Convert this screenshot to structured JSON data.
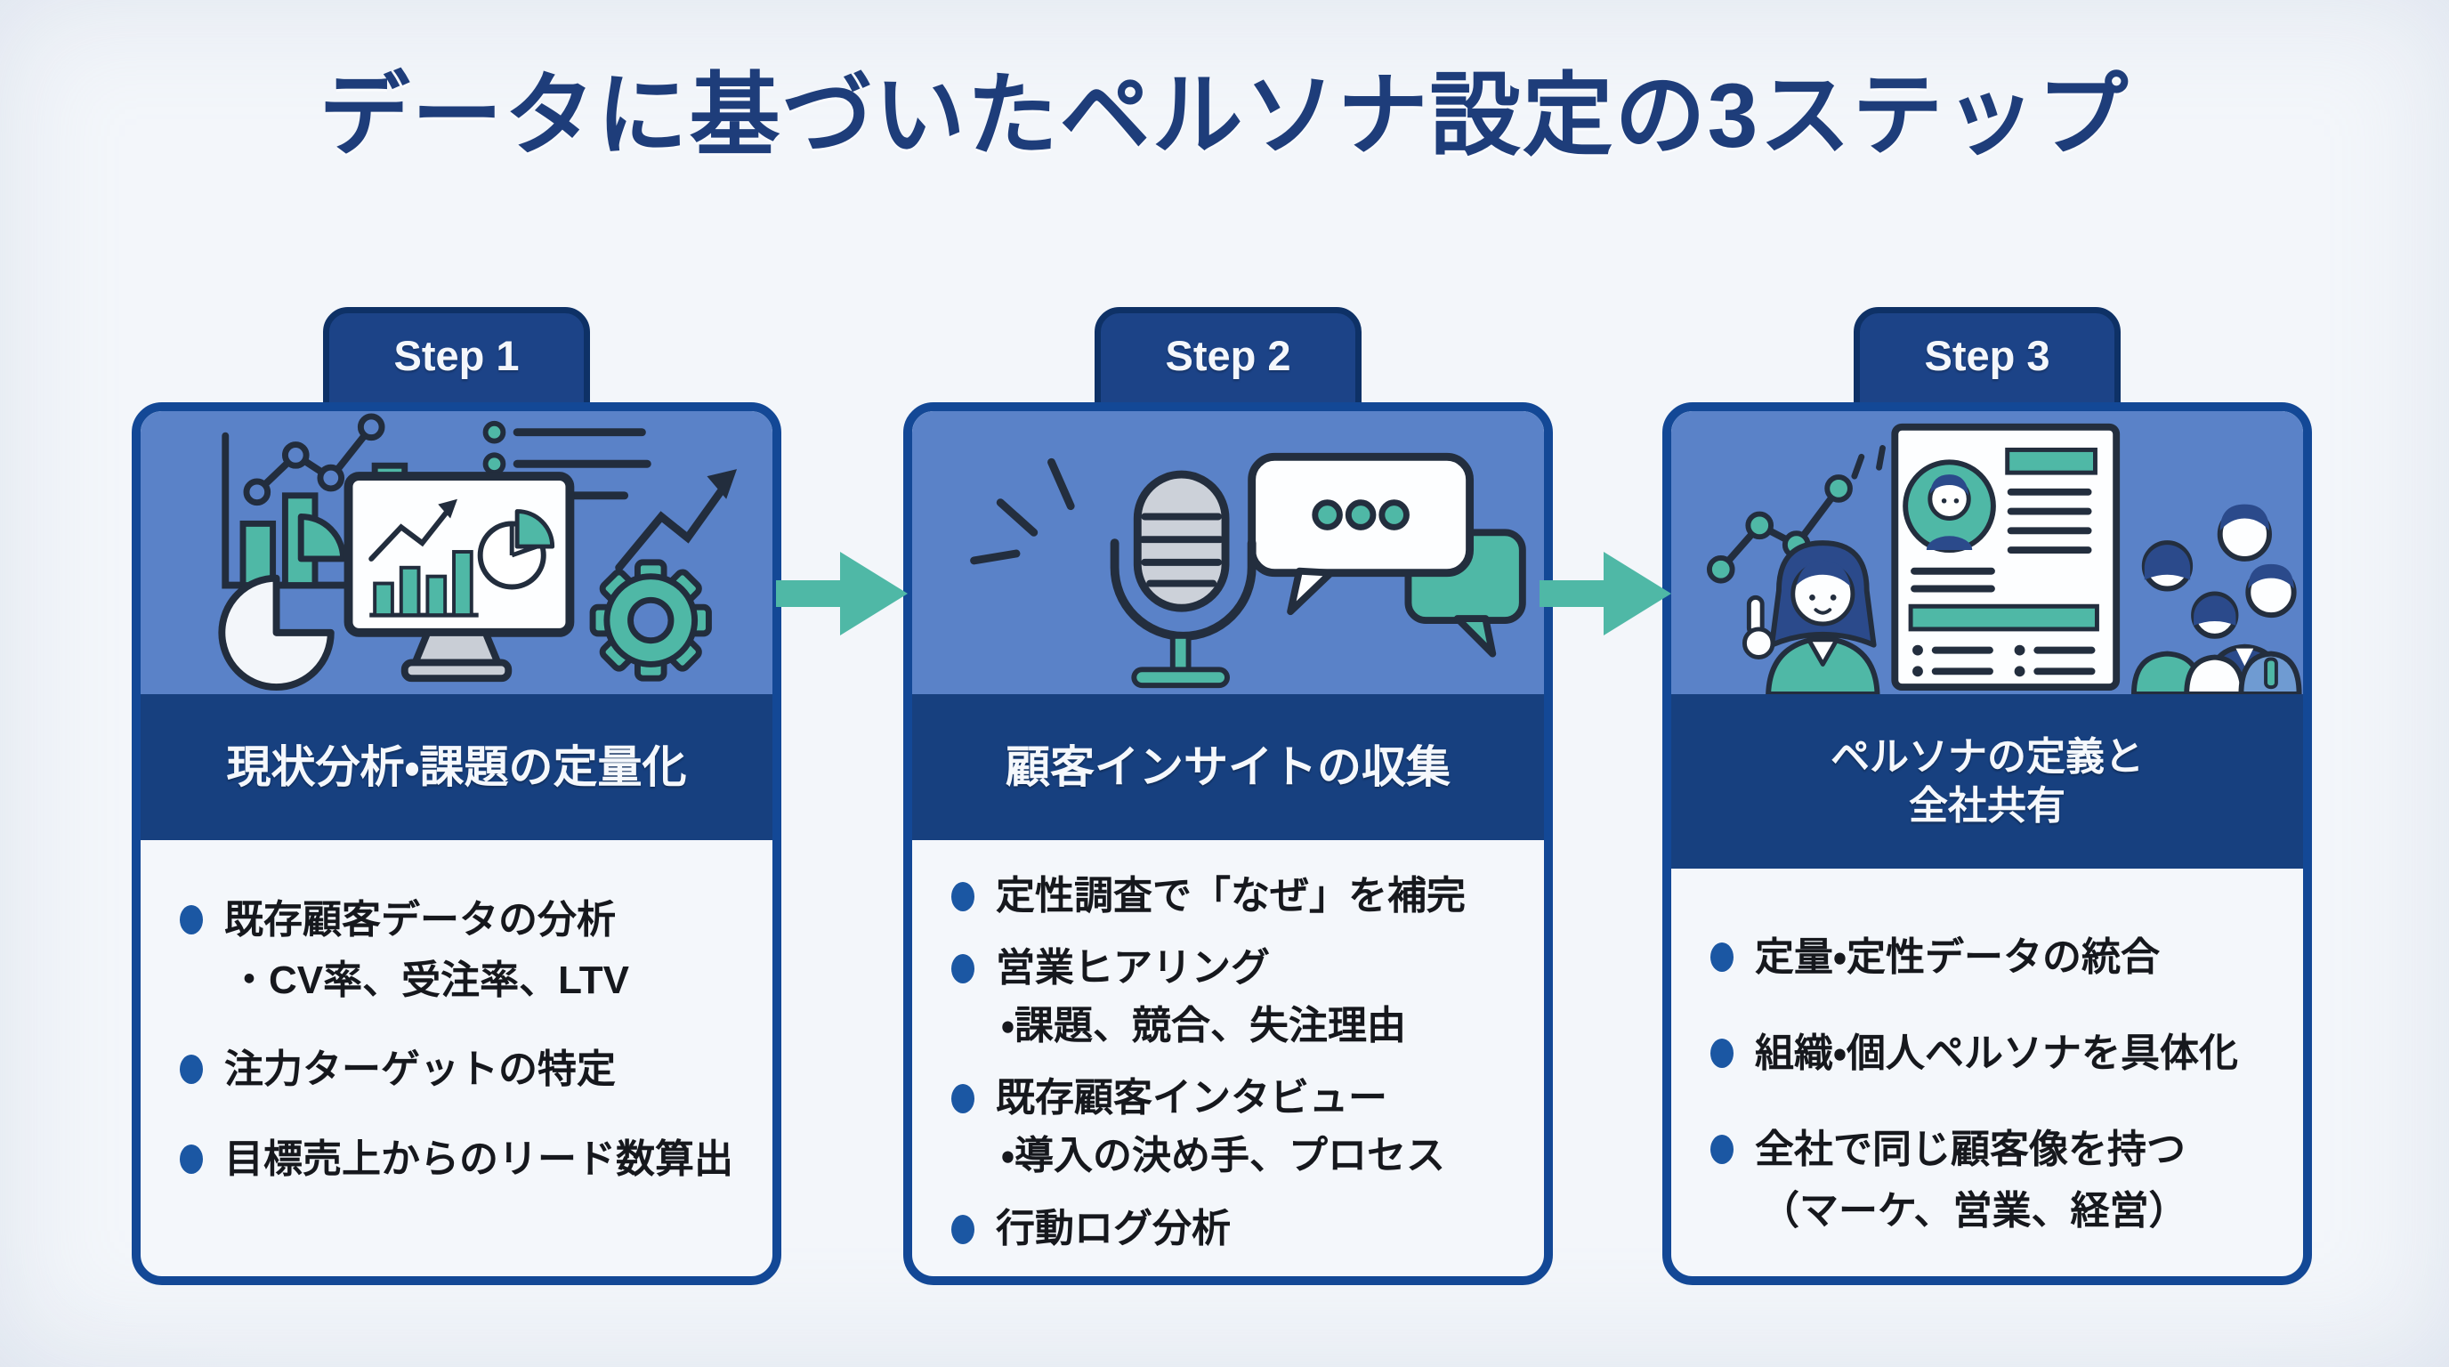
{
  "page": {
    "title": "データに基づいたペルソナ設定の3ステップ"
  },
  "colors": {
    "title_navy": "#1e3d7a",
    "card_border_blue": "#134896",
    "tab_navy": "#1c4387",
    "icon_area_blue": "#5a82c8",
    "band_navy": "#17407f",
    "body_background": "#f4f7fb",
    "bullet_dot_blue": "#1b57a3",
    "accent_teal": "#4fb8a6",
    "page_background": "#eef2f7",
    "body_text": "#16181d"
  },
  "arrow_icon": "arrow-right",
  "steps": [
    {
      "tab": "Step 1",
      "icon": "analytics-dashboard-icon",
      "heading": "現状分析・課題の定量化",
      "bullets": [
        {
          "text": "既存顧客データの分析",
          "sub": "・CV率、受注率、LTV"
        },
        {
          "text": "注力ターゲットの特定"
        },
        {
          "text": "目標売上からのリード数算出"
        }
      ]
    },
    {
      "tab": "Step 2",
      "icon": "microphone-chat-icon",
      "heading": "顧客インサイトの収集",
      "bullets": [
        {
          "text": "定性調査で「なぜ」を補完"
        },
        {
          "text": "営業ヒアリング",
          "sub": "・課題、競合、失注理由"
        },
        {
          "text": "既存顧客インタビュー",
          "sub": "・導入の決め手、プロセス"
        },
        {
          "text": "行動ログ分析"
        }
      ]
    },
    {
      "tab": "Step 3",
      "icon": "persona-sharing-icon",
      "heading": "ペルソナの定義と",
      "heading2": "全社共有",
      "bullets": [
        {
          "text": "定量・定性データの統合"
        },
        {
          "text": "組織・個人ペルソナを具体化"
        },
        {
          "text": "全社で同じ顧客像を持つ",
          "sub": "（マーケ、営業、経営）"
        }
      ]
    }
  ]
}
